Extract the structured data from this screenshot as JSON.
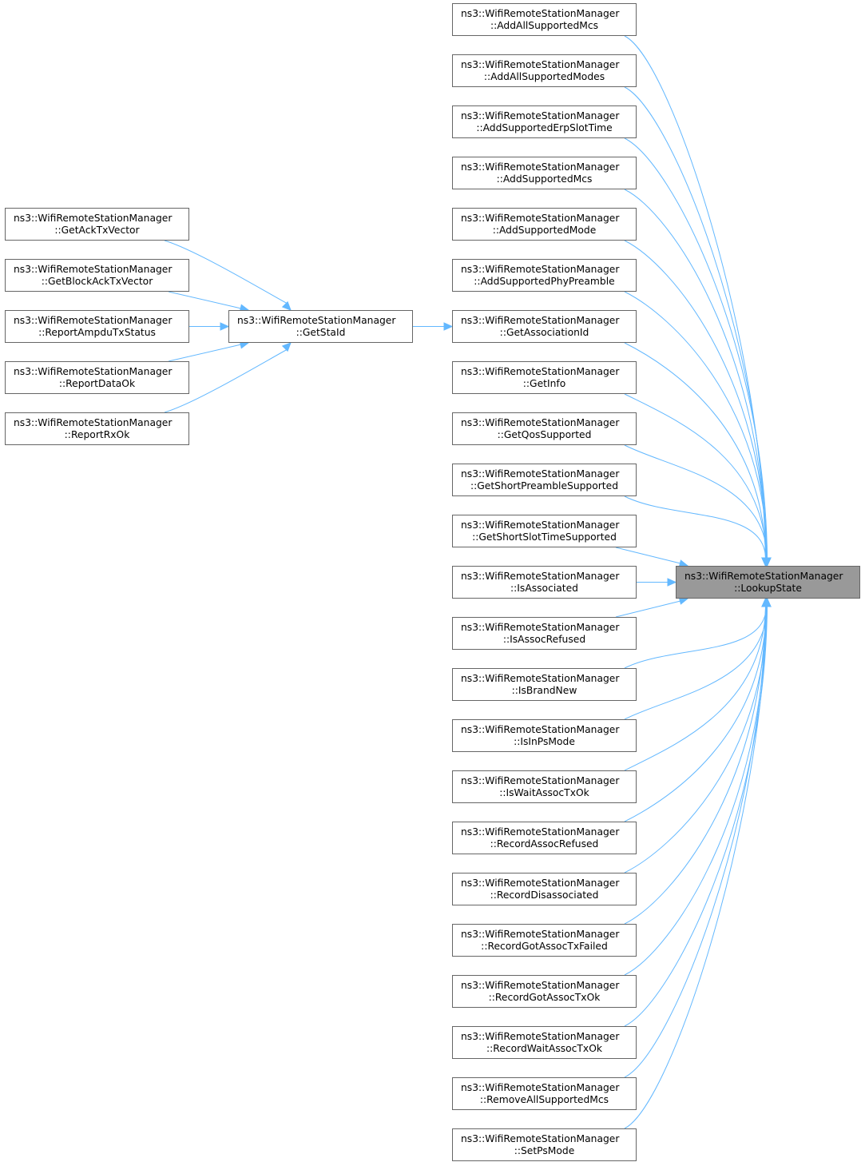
{
  "graph": {
    "edge_color": "#63b8ff",
    "node_border": "#666666",
    "target_fill": "#999999",
    "target": {
      "ns": "ns3::WifiRemoteStationManager",
      "fn": "::LookupState"
    },
    "get_sta_id": {
      "ns": "ns3::WifiRemoteStationManager",
      "fn": "::GetStaId"
    },
    "sta_id_callers": [
      {
        "ns": "ns3::WifiRemoteStationManager",
        "fn": "::GetAckTxVector"
      },
      {
        "ns": "ns3::WifiRemoteStationManager",
        "fn": "::GetBlockAckTxVector"
      },
      {
        "ns": "ns3::WifiRemoteStationManager",
        "fn": "::ReportAmpduTxStatus"
      },
      {
        "ns": "ns3::WifiRemoteStationManager",
        "fn": "::ReportDataOk"
      },
      {
        "ns": "ns3::WifiRemoteStationManager",
        "fn": "::ReportRxOk"
      }
    ],
    "callers": [
      {
        "ns": "ns3::WifiRemoteStationManager",
        "fn": "::AddAllSupportedMcs"
      },
      {
        "ns": "ns3::WifiRemoteStationManager",
        "fn": "::AddAllSupportedModes"
      },
      {
        "ns": "ns3::WifiRemoteStationManager",
        "fn": "::AddSupportedErpSlotTime"
      },
      {
        "ns": "ns3::WifiRemoteStationManager",
        "fn": "::AddSupportedMcs"
      },
      {
        "ns": "ns3::WifiRemoteStationManager",
        "fn": "::AddSupportedMode"
      },
      {
        "ns": "ns3::WifiRemoteStationManager",
        "fn": "::AddSupportedPhyPreamble"
      },
      {
        "ns": "ns3::WifiRemoteStationManager",
        "fn": "::GetAssociationId"
      },
      {
        "ns": "ns3::WifiRemoteStationManager",
        "fn": "::GetInfo"
      },
      {
        "ns": "ns3::WifiRemoteStationManager",
        "fn": "::GetQosSupported"
      },
      {
        "ns": "ns3::WifiRemoteStationManager",
        "fn": "::GetShortPreambleSupported"
      },
      {
        "ns": "ns3::WifiRemoteStationManager",
        "fn": "::GetShortSlotTimeSupported"
      },
      {
        "ns": "ns3::WifiRemoteStationManager",
        "fn": "::IsAssociated"
      },
      {
        "ns": "ns3::WifiRemoteStationManager",
        "fn": "::IsAssocRefused"
      },
      {
        "ns": "ns3::WifiRemoteStationManager",
        "fn": "::IsBrandNew"
      },
      {
        "ns": "ns3::WifiRemoteStationManager",
        "fn": "::IsInPsMode"
      },
      {
        "ns": "ns3::WifiRemoteStationManager",
        "fn": "::IsWaitAssocTxOk"
      },
      {
        "ns": "ns3::WifiRemoteStationManager",
        "fn": "::RecordAssocRefused"
      },
      {
        "ns": "ns3::WifiRemoteStationManager",
        "fn": "::RecordDisassociated"
      },
      {
        "ns": "ns3::WifiRemoteStationManager",
        "fn": "::RecordGotAssocTxFailed"
      },
      {
        "ns": "ns3::WifiRemoteStationManager",
        "fn": "::RecordGotAssocTxOk"
      },
      {
        "ns": "ns3::WifiRemoteStationManager",
        "fn": "::RecordWaitAssocTxOk"
      },
      {
        "ns": "ns3::WifiRemoteStationManager",
        "fn": "::RemoveAllSupportedMcs"
      },
      {
        "ns": "ns3::WifiRemoteStationManager",
        "fn": "::SetPsMode"
      }
    ]
  }
}
